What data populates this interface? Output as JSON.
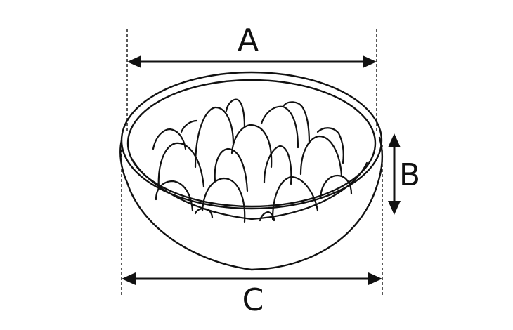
{
  "dimensions": {
    "a": {
      "label": "A"
    },
    "b": {
      "label": "B"
    },
    "c": {
      "label": "C"
    }
  },
  "colors": {
    "ink": "#111111",
    "background": "#ffffff"
  }
}
